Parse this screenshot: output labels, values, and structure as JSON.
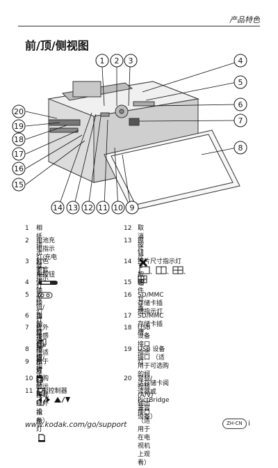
{
  "header": {
    "section": "产品特色"
  },
  "title": "前/顶/侧视图",
  "callouts": [
    "1",
    "2",
    "3",
    "4",
    "5",
    "6",
    "7",
    "8",
    "9",
    "10",
    "11",
    "12",
    "13",
    "14",
    "15",
    "16",
    "17",
    "18",
    "19",
    "20"
  ],
  "legend_left": [
    {
      "n": "1",
      "t": "相纸指示灯"
    },
    {
      "n": "2",
      "t": "电池充电指示灯/充电放",
      "t2": "电按钮"
    },
    {
      "n": "3",
      "t": "彩色墨盒指示灯"
    },
    {
      "n": "4",
      "t": "传输按钮/指示灯"
    },
    {
      "n": "5",
      "t": "放映幻灯片按钮/指示灯"
    },
    {
      "n": "6",
      "t": "自动增强按钮/指示灯"
    },
    {
      "n": "7",
      "t": "红外传感器 （适用于可",
      "t2": "选购的远程或红外设备）"
    },
    {
      "n": "8",
      "t": "纸盘"
    },
    {
      "n": "9",
      "t": "纸盘门"
    },
    {
      "n": "10",
      "t": "打印按钮/指示灯"
    },
    {
      "n": "11",
      "t": "4 向控制器"
    }
  ],
  "legend_right": [
    {
      "n": "12",
      "t": "取消按钮"
    },
    {
      "n": "13",
      "t": "照片尺寸按钮"
    },
    {
      "n": "14",
      "t": "照片尺寸指示灯"
    },
    {
      "n": "15",
      "t": "配件仓盖"
    },
    {
      "n": "16",
      "t": "SD/MMC 存储卡插槽指示灯"
    },
    {
      "n": "17",
      "t": "SD/MMC 存储卡插槽"
    },
    {
      "n": "18",
      "t": "USB 设备接口指示灯"
    },
    {
      "n": "19",
      "t": "USB 设备接口 （适用于可选购的柯",
      "t2": "达存储卡阅读器或 PictBridge 兼容",
      "t3": "设备）"
    },
    {
      "n": "20",
      "t": "音频/视频 (A/V) 输出接口",
      "t2": "（适用于在电视机上观看）"
    }
  ],
  "footer": {
    "url": "www.kodak.com/go/support",
    "lang": "ZH-CN",
    "page": "i"
  }
}
